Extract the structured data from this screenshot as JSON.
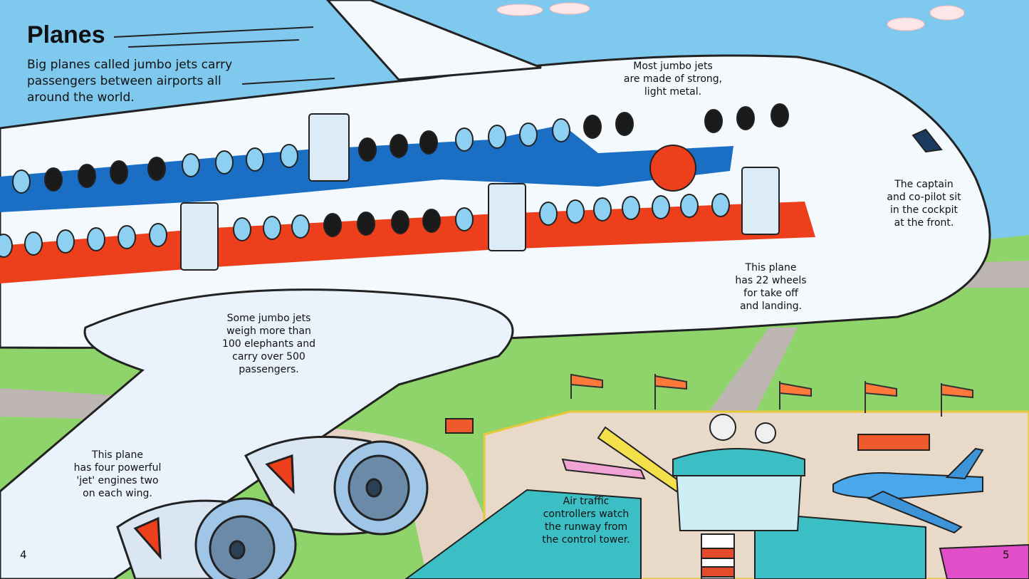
{
  "page": {
    "title": "Planes",
    "intro": "Big planes called jumbo jets carry passengers between airports all around the world."
  },
  "captions": {
    "metal": [
      "Most jumbo jets",
      "are made of strong,",
      "light metal."
    ],
    "cockpit": [
      "The captain",
      "and co-pilot sit",
      "in the cockpit",
      "at the front."
    ],
    "wheels": [
      "This plane",
      "has 22 wheels",
      "for take off",
      "and landing."
    ],
    "weight": [
      "Some jumbo jets",
      "weigh more than",
      "100 elephants and",
      "carry over 500",
      "passengers."
    ],
    "engines": [
      "This plane",
      "has four powerful",
      "'jet' engines two",
      "on each wing."
    ],
    "tower": [
      "Air traffic",
      "controllers watch",
      "the runway from",
      "the control tower."
    ]
  },
  "page_numbers": {
    "left": "4",
    "right": "5"
  },
  "colors": {
    "sky": "#7fc8ee",
    "grass": "#8fd46a",
    "fuselage": "#f4f9fd",
    "stripe_blue": "#1a6fc4",
    "stripe_red": "#ee3f1c",
    "window": "#8ed0f2",
    "tower_roof": "#3bbfc4",
    "apron": "#e9d9c9"
  }
}
